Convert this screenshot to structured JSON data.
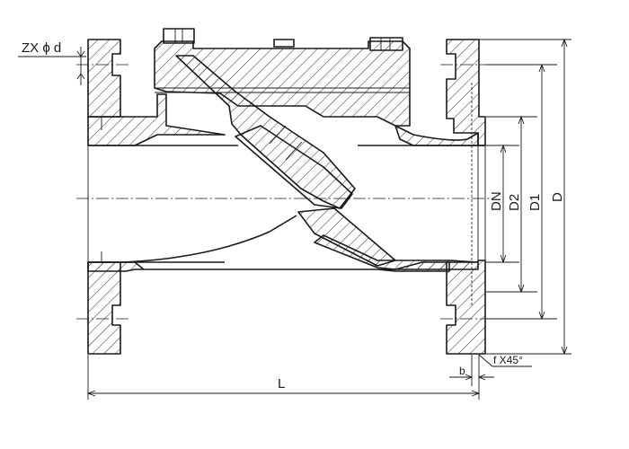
{
  "labels": {
    "bolt_holes": "ZX ϕ d",
    "nominal_dia": "DN",
    "raised_face_dia": "D2",
    "bolt_circle_dia": "D1",
    "outer_dia": "D",
    "length": "L",
    "chamfer": "f X45°",
    "face_thickness": "b"
  }
}
